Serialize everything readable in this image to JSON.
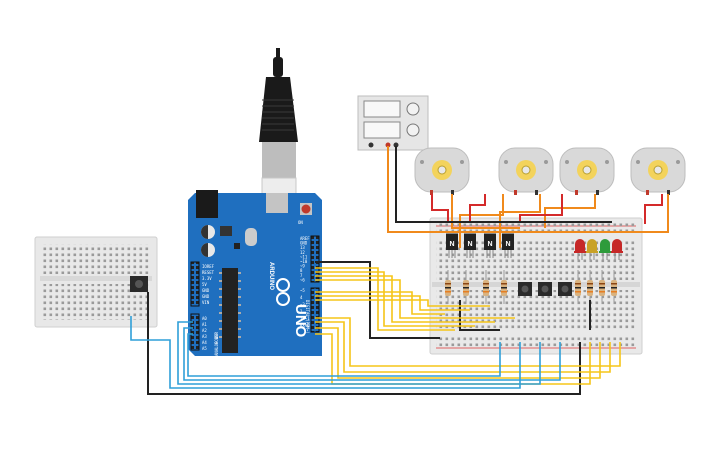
{
  "arduino": {
    "brand": "ARDUINO",
    "model": "UNO",
    "power_header_label": "POWER",
    "analog_header_label": "ANALOG IN",
    "digital_header_label": "DIGITAL (PWM~)",
    "analog_pins": [
      "A0",
      "A1",
      "A2",
      "A3",
      "A4",
      "A5"
    ],
    "power_pins": [
      "IOREF",
      "RESET",
      "3.3V",
      "5V",
      "GND",
      "GND",
      "VIN"
    ],
    "top_pins": [
      "AREF",
      "GND",
      "13",
      "12",
      "~11",
      "~10",
      "~9",
      "8",
      "7",
      "~6",
      "~5",
      "4",
      "~3",
      "2",
      "TX→1",
      "RX←0"
    ],
    "on_label": "ON",
    "tx_label": "TX",
    "rx_label": "RX"
  },
  "components": {
    "power_supply": "power-supply",
    "motors": [
      "motor-1",
      "motor-2",
      "motor-3",
      "motor-4"
    ],
    "transistors": [
      "N",
      "N",
      "N",
      "N"
    ],
    "leds": [
      {
        "name": "led-red-1",
        "color": "#c62828"
      },
      {
        "name": "led-yellow",
        "color": "#c9a227"
      },
      {
        "name": "led-green",
        "color": "#2e9b3b"
      },
      {
        "name": "led-red-2",
        "color": "#c62828"
      }
    ]
  },
  "colors": {
    "board": "#1f6fbf",
    "wire_yellow": "#f5c518",
    "wire_blue": "#2f9fd8",
    "wire_black": "#222222",
    "wire_orange": "#f08a1c",
    "wire_red": "#d42a2a",
    "breadboard": "#e9e9e9"
  }
}
